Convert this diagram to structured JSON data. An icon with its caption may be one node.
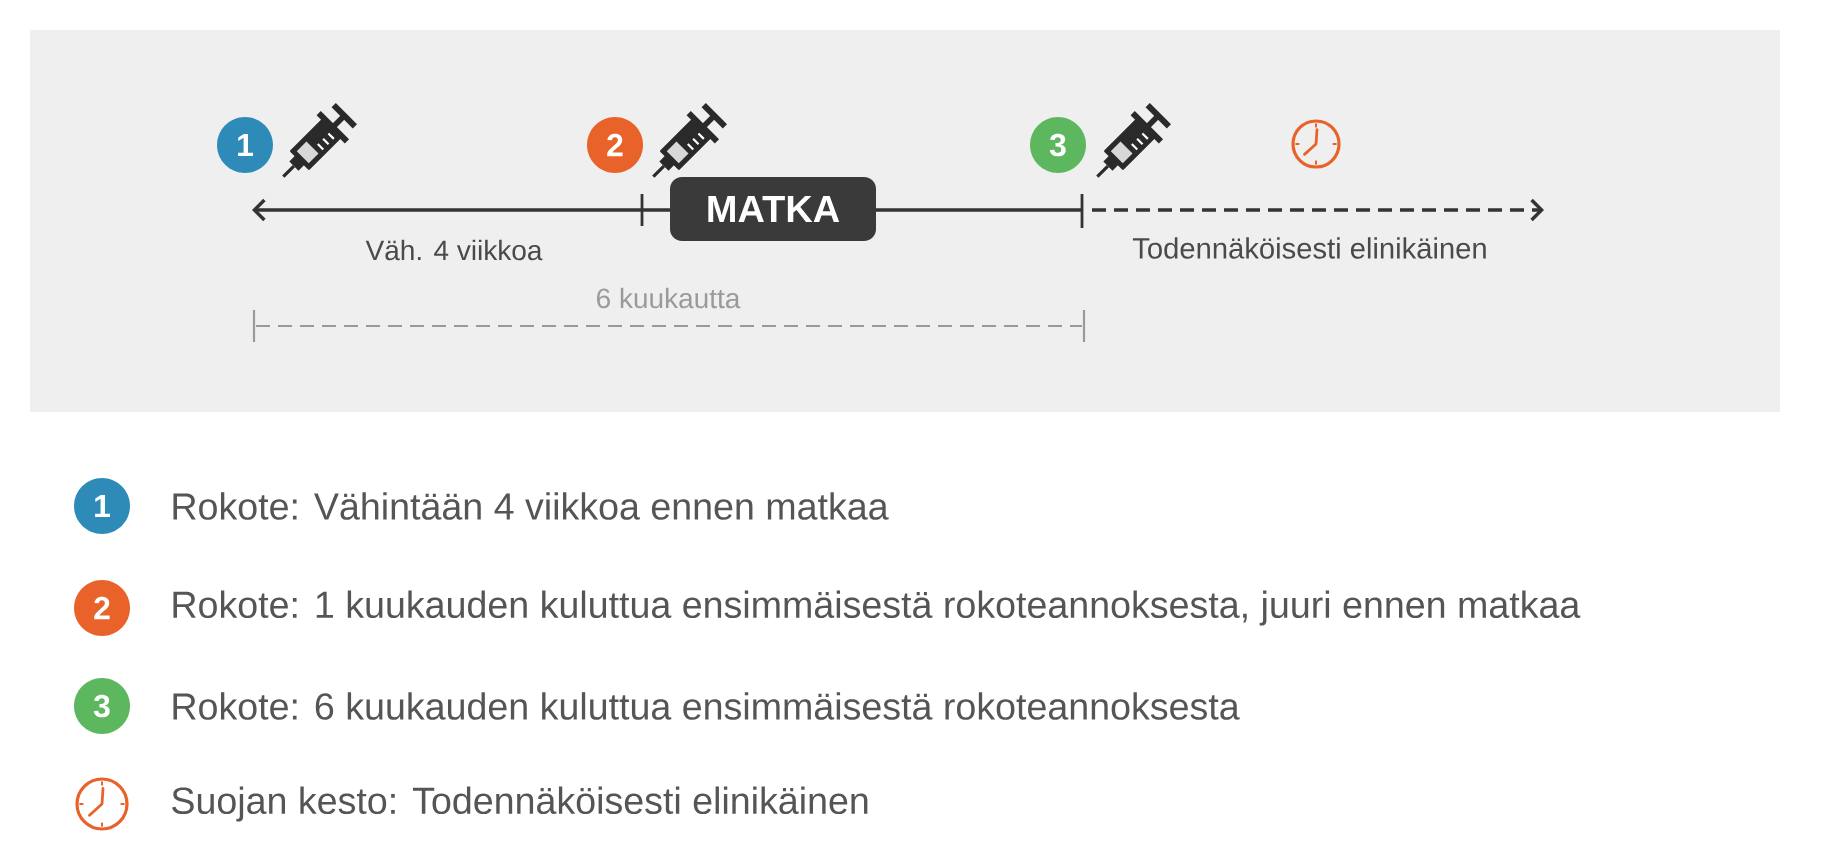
{
  "diagram": {
    "nodes": [
      {
        "text": [
          "1"
        ]
      },
      {
        "text": [
          "2"
        ]
      },
      {
        "text": [
          "MATKA"
        ]
      },
      {
        "text": [
          "3"
        ]
      },
      {
        "text": [
          "1"
        ],
        "beside": [
          "Rokote: Vähintään 4 viikkoa ennen matkaa"
        ]
      },
      {
        "text": [
          "2"
        ],
        "beside": [
          "Rokote: 1 kuukauden kuluttua ensimmäisestä rokoteannoksesta, juuri ennen matkaa"
        ]
      },
      {
        "text": [
          "3"
        ],
        "beside": [
          "Rokote: 6 kuukauden kuluttua ensimmäisestä rokoteannoksesta"
        ]
      },
      {
        "text": [],
        "shape": "picture",
        "beside": [
          "Suojan kesto: Todennäköisesti elinikäinen"
        ]
      }
    ],
    "labels": [
      "Väh. 4 viikkoa",
      "Todennäköisesti elinikäinen",
      "6 kuukautta"
    ]
  }
}
